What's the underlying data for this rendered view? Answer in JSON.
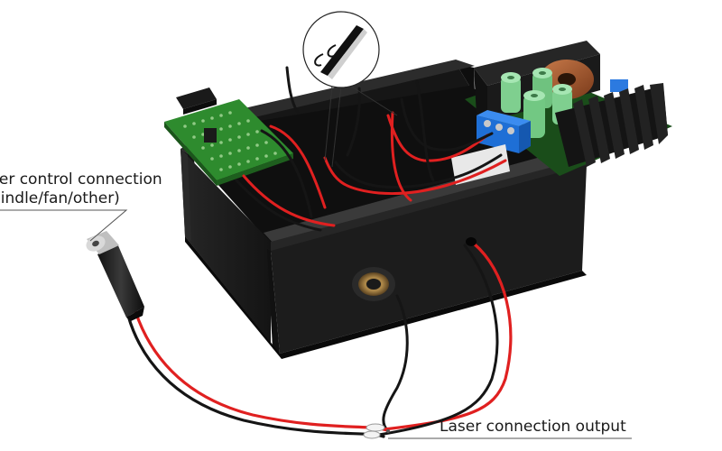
{
  "callouts": {
    "control": {
      "line1": "ser control connection",
      "line2": "pindle/fan/other)"
    },
    "output": "Laser connection output"
  },
  "colors": {
    "enclosure": "#1f1f1f",
    "pcb": "#2e8b2e",
    "wire_red": "#e02020",
    "wire_black": "#151515",
    "heatsink": "#1b1b1b",
    "terminal_block": "#1e6fd6",
    "capacitor": "#7fcf8f"
  },
  "icons": [
    "cutter-icon"
  ]
}
